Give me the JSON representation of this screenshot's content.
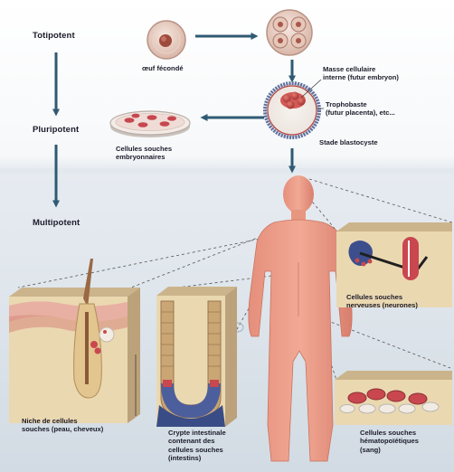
{
  "levels": {
    "totipotent": "Totipotent",
    "pluripotent": "Pluripotent",
    "multipotent": "Multipotent"
  },
  "labels": {
    "fertilized_egg": "œuf fécondé",
    "inner_cell_mass": [
      "Masse cellulaire",
      "interne (futur embryon)"
    ],
    "trophoblast": [
      "Trophobaste",
      "(futur placenta), etc..."
    ],
    "blastocyst_stage": "Stade blastocyste",
    "embryonic_stem_cells": [
      "Cellules souches",
      "embryonnaires"
    ],
    "neural_stem_cells": [
      "Cellules souches",
      "nerveuses (neurones)"
    ],
    "skin_niche": [
      "Niche de cellules",
      "souches (peau, cheveux)"
    ],
    "intestinal_crypt": [
      "Crypte intestinale",
      "contenant des",
      "cellules souches",
      "(intestins)"
    ],
    "hematopoietic_stem_cells": [
      "Cellules souches",
      "hématopoïétiques",
      "(sang)"
    ]
  },
  "colors": {
    "arrow": "#2f5a73",
    "band_top": "#ffffff",
    "band_mid": "#e8edf2",
    "band_bottom": "#d5dde5",
    "skin": "#e89a84",
    "panel": "#e6d2a8",
    "cell": "#c9474f"
  }
}
